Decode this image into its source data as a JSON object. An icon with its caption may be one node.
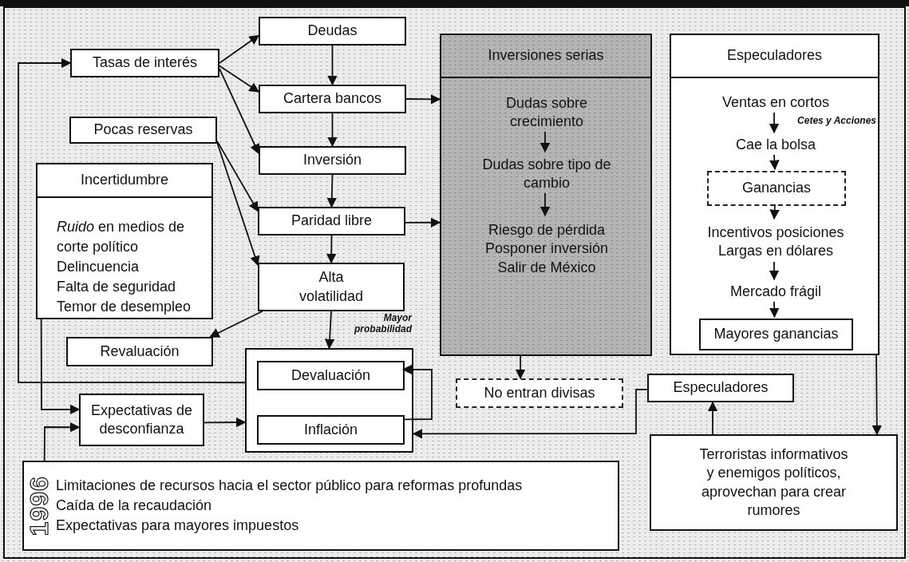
{
  "diagram": {
    "nodes": [
      {
        "text": [
          "Tasas de interés"
        ]
      },
      {
        "text": [
          "Pocas reservas"
        ]
      },
      {
        "text": [
          "Incertidumbre",
          "*Ruido* en medios de corte político",
          "Delincuencia",
          "Falta de seguridad",
          "Temor de desempleo"
        ]
      },
      {
        "text": [
          "Deudas"
        ]
      },
      {
        "text": [
          "Cartera bancos"
        ]
      },
      {
        "text": [
          "Inversión"
        ]
      },
      {
        "text": [
          "Paridad libre"
        ]
      },
      {
        "text": [
          "Alta volatilidad"
        ]
      },
      {
        "text": [
          "Revaluación"
        ]
      },
      {
        "text": [],
        "shape": "box"
      },
      {
        "text": [
          "Devaluación"
        ],
        "in": 9
      },
      {
        "text": [
          "Inflación"
        ],
        "in": 9
      },
      {
        "text": [
          "Expectativas de desconfianza"
        ]
      },
      {
        "text": [
          "Inversiones serias"
        ]
      },
      {
        "text": [
          "Dudas sobre crecimiento"
        ],
        "in": 13
      },
      {
        "text": [
          "Dudas sobre tipo de cambio"
        ],
        "in": 13
      },
      {
        "text": [
          "Riesgo de pérdida Posponer inversión Salir de México"
        ],
        "in": 13
      },
      {
        "text": [
          "Especuladores"
        ]
      },
      {
        "text": [
          "Ventas en cortos"
        ],
        "in": 17
      },
      {
        "text": [
          "Cae la bolsa"
        ],
        "in": 17
      },
      {
        "text": [
          "Ganancias"
        ],
        "in": 17
      },
      {
        "text": [
          "Incentivos posiciones Largas en dólares"
        ],
        "in": 17
      },
      {
        "text": [
          "Mercado frágil"
        ],
        "in": 17
      },
      {
        "text": [
          "Mayores ganancias"
        ],
        "in": 17
      },
      {
        "text": [
          "No entran divisas"
        ]
      },
      {
        "text": [
          "Especuladores"
        ]
      },
      {
        "text": [
          "Terroristas informativos y enemigos políticos, aprovechan para crear rumores"
        ]
      },
      {
        "text": [
          "1996",
          "Limitaciones de recursos hacia el sector público para reformas profundas",
          "Caída de la recaudación",
          "Expectativas para mayores impuestos"
        ]
      }
    ],
    "edges": [
      {
        "from": 0,
        "to": 3,
        "arrow": "to"
      },
      {
        "from": 0,
        "to": 4,
        "arrow": "to"
      },
      {
        "from": 0,
        "to": 5,
        "arrow": "to"
      },
      {
        "from": 1,
        "to": 6,
        "arrow": "to"
      },
      {
        "from": 1,
        "to": 7,
        "arrow": "to"
      },
      {
        "from": 3,
        "to": 4,
        "arrow": "to"
      },
      {
        "from": 4,
        "to": 5,
        "arrow": "to"
      },
      {
        "from": 5,
        "to": 6,
        "arrow": "to"
      },
      {
        "from": 6,
        "to": 7,
        "arrow": "to"
      },
      {
        "from": 4,
        "to": 13,
        "arrow": "to"
      },
      {
        "from": 6,
        "to": 13,
        "arrow": "to"
      },
      {
        "from": 7,
        "to": 8,
        "arrow": "to"
      },
      {
        "from": 7,
        "to": 9,
        "arrow": "to",
        "label": "Mayor probabilidad"
      },
      {
        "from": 9,
        "to": 0,
        "arrow": "to"
      },
      {
        "from": 2,
        "to": 12,
        "arrow": "to"
      },
      {
        "from": 27,
        "to": 12,
        "arrow": "to"
      },
      {
        "from": 12,
        "to": 9,
        "arrow": "to"
      },
      {
        "from": 11,
        "to": 10,
        "arrow": "to"
      },
      {
        "from": 25,
        "to": 9,
        "arrow": "to"
      },
      {
        "from": 26,
        "to": 25,
        "arrow": "to"
      },
      {
        "from": 17,
        "to": 26,
        "arrow": "to"
      },
      {
        "from": 13,
        "to": 24,
        "arrow": "to"
      },
      {
        "from": 14,
        "to": 15,
        "arrow": "to"
      },
      {
        "from": 15,
        "to": 16,
        "arrow": "to"
      },
      {
        "from": 18,
        "to": 19,
        "arrow": "to",
        "label": "Cetes y Acciones"
      },
      {
        "from": 19,
        "to": 20,
        "arrow": "to"
      },
      {
        "from": 20,
        "to": 21,
        "arrow": "to"
      },
      {
        "from": 21,
        "to": 22,
        "arrow": "to"
      },
      {
        "from": 22,
        "to": 23,
        "arrow": "to"
      }
    ]
  }
}
